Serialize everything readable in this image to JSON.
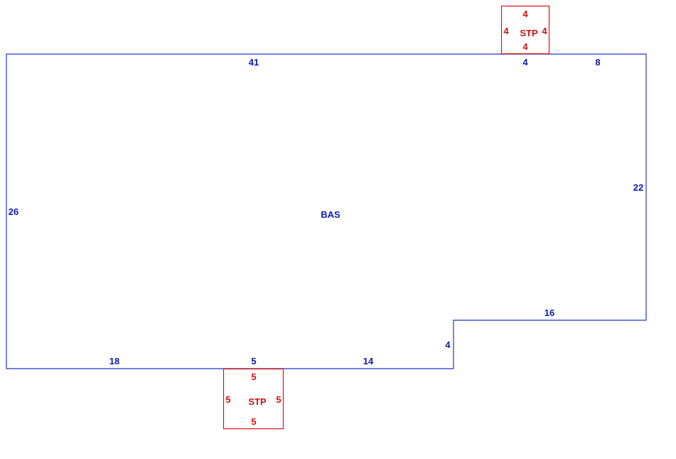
{
  "colors": {
    "main": "#2233cc",
    "stoop": "#dd1111",
    "main_text": "#0b1bb0",
    "stoop_text": "#cc1111"
  },
  "main_area": {
    "label": "BAS",
    "sides": {
      "top_left": "41",
      "top_mid": "4",
      "top_right": "8",
      "right": "22",
      "step_top": "16",
      "step_vertical": "4",
      "bottom_right": "14",
      "bottom_mid": "5",
      "bottom_left": "18",
      "left": "26"
    }
  },
  "stoop_top": {
    "label": "STP",
    "sides": {
      "top": "4",
      "left": "4",
      "right": "4",
      "bottom": "4"
    }
  },
  "stoop_bottom": {
    "label": "STP",
    "sides": {
      "top": "5",
      "left": "5",
      "right": "5",
      "bottom": "5"
    }
  }
}
